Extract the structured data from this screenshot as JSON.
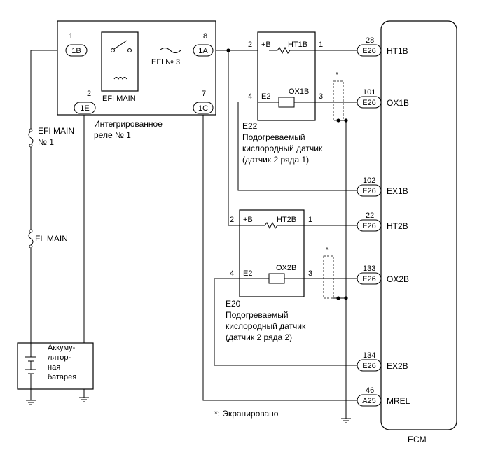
{
  "relay": {
    "pin1": "1",
    "pin8": "8",
    "pin2": "2",
    "pin7": "7",
    "conn_1b": "1B",
    "conn_1a": "1A",
    "conn_1e": "1E",
    "conn_1c": "1C",
    "efi_main": "EFI MAIN",
    "efi_no3": "EFI № 3",
    "label_line1": "Интегрированное",
    "label_line2": "реле № 1"
  },
  "fuses": {
    "efi_main_line1": "EFI MAIN",
    "efi_main_line2": "№ 1",
    "fl_main": "FL MAIN"
  },
  "battery": {
    "line1": "Аккуму-",
    "line2": "лятор-",
    "line3": "ная",
    "line4": "батарея"
  },
  "sensor1": {
    "pin2": "2",
    "pin1": "1",
    "pin4": "4",
    "pin3": "3",
    "plus_b": "+B",
    "ht": "HT1B",
    "e2": "E2",
    "ox": "OX1B",
    "code": "E22",
    "desc1": "Подогреваемый",
    "desc2": "кислородный датчик",
    "desc3": "(датчик 2 ряда 1)"
  },
  "sensor2": {
    "pin2": "2",
    "pin1": "1",
    "pin4": "4",
    "pin3": "3",
    "plus_b": "+B",
    "ht": "HT2B",
    "e2": "E2",
    "ox": "OX2B",
    "code": "E20",
    "desc1": "Подогреваемый",
    "desc2": "кислородный датчик",
    "desc3": "(датчик 2 ряда 2)"
  },
  "ecm": {
    "name": "ECM",
    "pins": [
      {
        "num": "28",
        "conn": "E26",
        "signal": "HT1B"
      },
      {
        "num": "101",
        "conn": "E26",
        "signal": "OX1B"
      },
      {
        "num": "102",
        "conn": "E26",
        "signal": "EX1B"
      },
      {
        "num": "22",
        "conn": "E26",
        "signal": "HT2B"
      },
      {
        "num": "133",
        "conn": "E26",
        "signal": "OX2B"
      },
      {
        "num": "134",
        "conn": "E26",
        "signal": "EX2B"
      },
      {
        "num": "46",
        "conn": "A25",
        "signal": "MREL"
      }
    ]
  },
  "shield_mark": "*",
  "footnote": "*: Экранировано"
}
